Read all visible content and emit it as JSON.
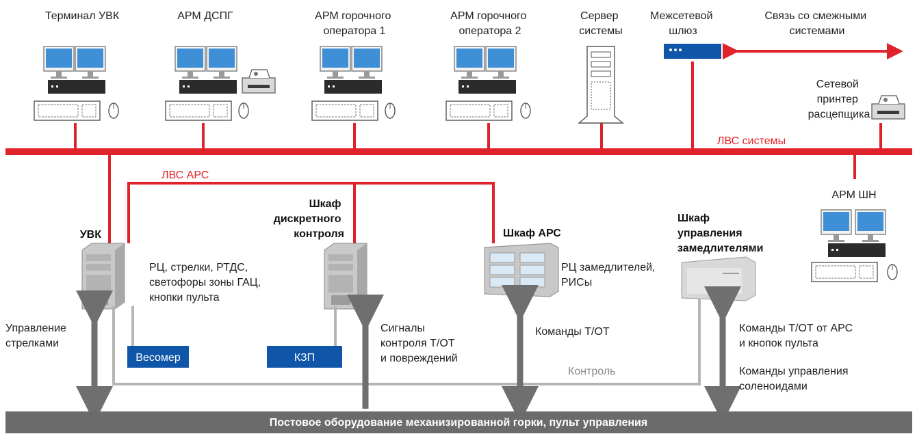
{
  "workstations": {
    "terminal_uvk": [
      "Терминал УВК"
    ],
    "arm_dspg": [
      "АРМ ДСПГ"
    ],
    "arm_op1": [
      "АРМ горочного",
      "оператора 1"
    ],
    "arm_op2": [
      "АРМ горочного",
      "оператора 2"
    ],
    "server": [
      "Сервер",
      "системы"
    ],
    "gateway": [
      "Межсетевой",
      "шлюз"
    ],
    "link": [
      "Связь со смежными",
      "системами"
    ],
    "printer": [
      "Сетевой",
      "принтер",
      "расцепщика"
    ],
    "arm_shn": [
      "АРМ ШН"
    ]
  },
  "networks": {
    "lan_system": "ЛВС системы",
    "lan_ars": "ЛВС АРС"
  },
  "cabinets": {
    "uvk": [
      "УВК"
    ],
    "discrete": [
      "Шкаф",
      "дискретного",
      "контроля"
    ],
    "ars": [
      "Шкаф АРС"
    ],
    "retarders": [
      "Шкаф",
      "управления",
      "замедлителями"
    ]
  },
  "descriptions": {
    "uvk": [
      "РЦ, стрелки, РТДС,",
      "светофоры зоны ГАЦ,",
      "кнопки пульта"
    ],
    "ars": [
      "РЦ замедлителей,",
      "РИСы"
    ]
  },
  "boxes": {
    "vesomer": "Весомер",
    "kzp": "КЗП"
  },
  "signals": {
    "switches": [
      "Управление",
      "стрелками"
    ],
    "control": [
      "Сигналы",
      "контроля Т/ОТ",
      "и повреждений"
    ],
    "commands": [
      "Команды Т/ОТ"
    ],
    "commands_ars": [
      "Команды Т/ОТ от АРС",
      "и кнопок пульта"
    ],
    "solenoids": [
      "Команды управления",
      "соленоидами"
    ],
    "monitoring": "Контроль"
  },
  "bottom_bar": "Постовое оборудование механизированной горки, пульт управления",
  "colors": {
    "lan": "#e0222b",
    "arrows": "#6f6f6f",
    "box": "#0f56a8",
    "bar": "#6b6b6b",
    "control_line": "#b5b5b5"
  }
}
